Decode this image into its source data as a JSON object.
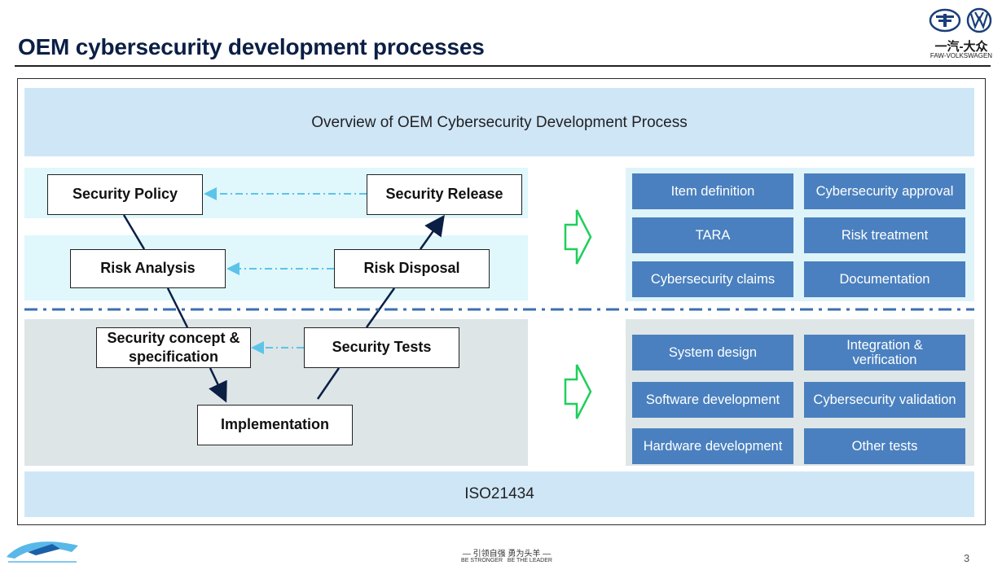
{
  "page_title": "OEM cybersecurity development processes",
  "brand": {
    "name_cn": "一汽-大众",
    "name_en": "FAW-VOLKSWAGEN"
  },
  "diagram": {
    "overview": "Overview of OEM Cybersecurity Development Process",
    "standard": "ISO21434",
    "process_boxes": {
      "security_policy": "Security Policy",
      "security_release": "Security Release",
      "risk_analysis": "Risk Analysis",
      "risk_disposal": "Risk Disposal",
      "security_concept": "Security concept & specification",
      "security_tests": "Security Tests",
      "implementation": "Implementation"
    },
    "upper_tiles": [
      "Item definition",
      "Cybersecurity approval",
      "TARA",
      "Risk treatment",
      "Cybersecurity claims",
      "Documentation"
    ],
    "lower_tiles": [
      "System design",
      "Integration & verification",
      "Software development",
      "Cybersecurity validation",
      "Hardware development",
      "Other tests"
    ]
  },
  "footer": {
    "slogan_cn": "引领自强  勇为头羊",
    "slogan_en": "BE STRONGER   BE THE LEADER",
    "page_number": "3"
  },
  "colors": {
    "tile_blue": "#4a80bf",
    "band_blue": "#cfe6f7",
    "arrow_green": "#1fcf5a",
    "dash_line": "#3b6fb0",
    "dotted_arrow": "#5cc4e8"
  }
}
